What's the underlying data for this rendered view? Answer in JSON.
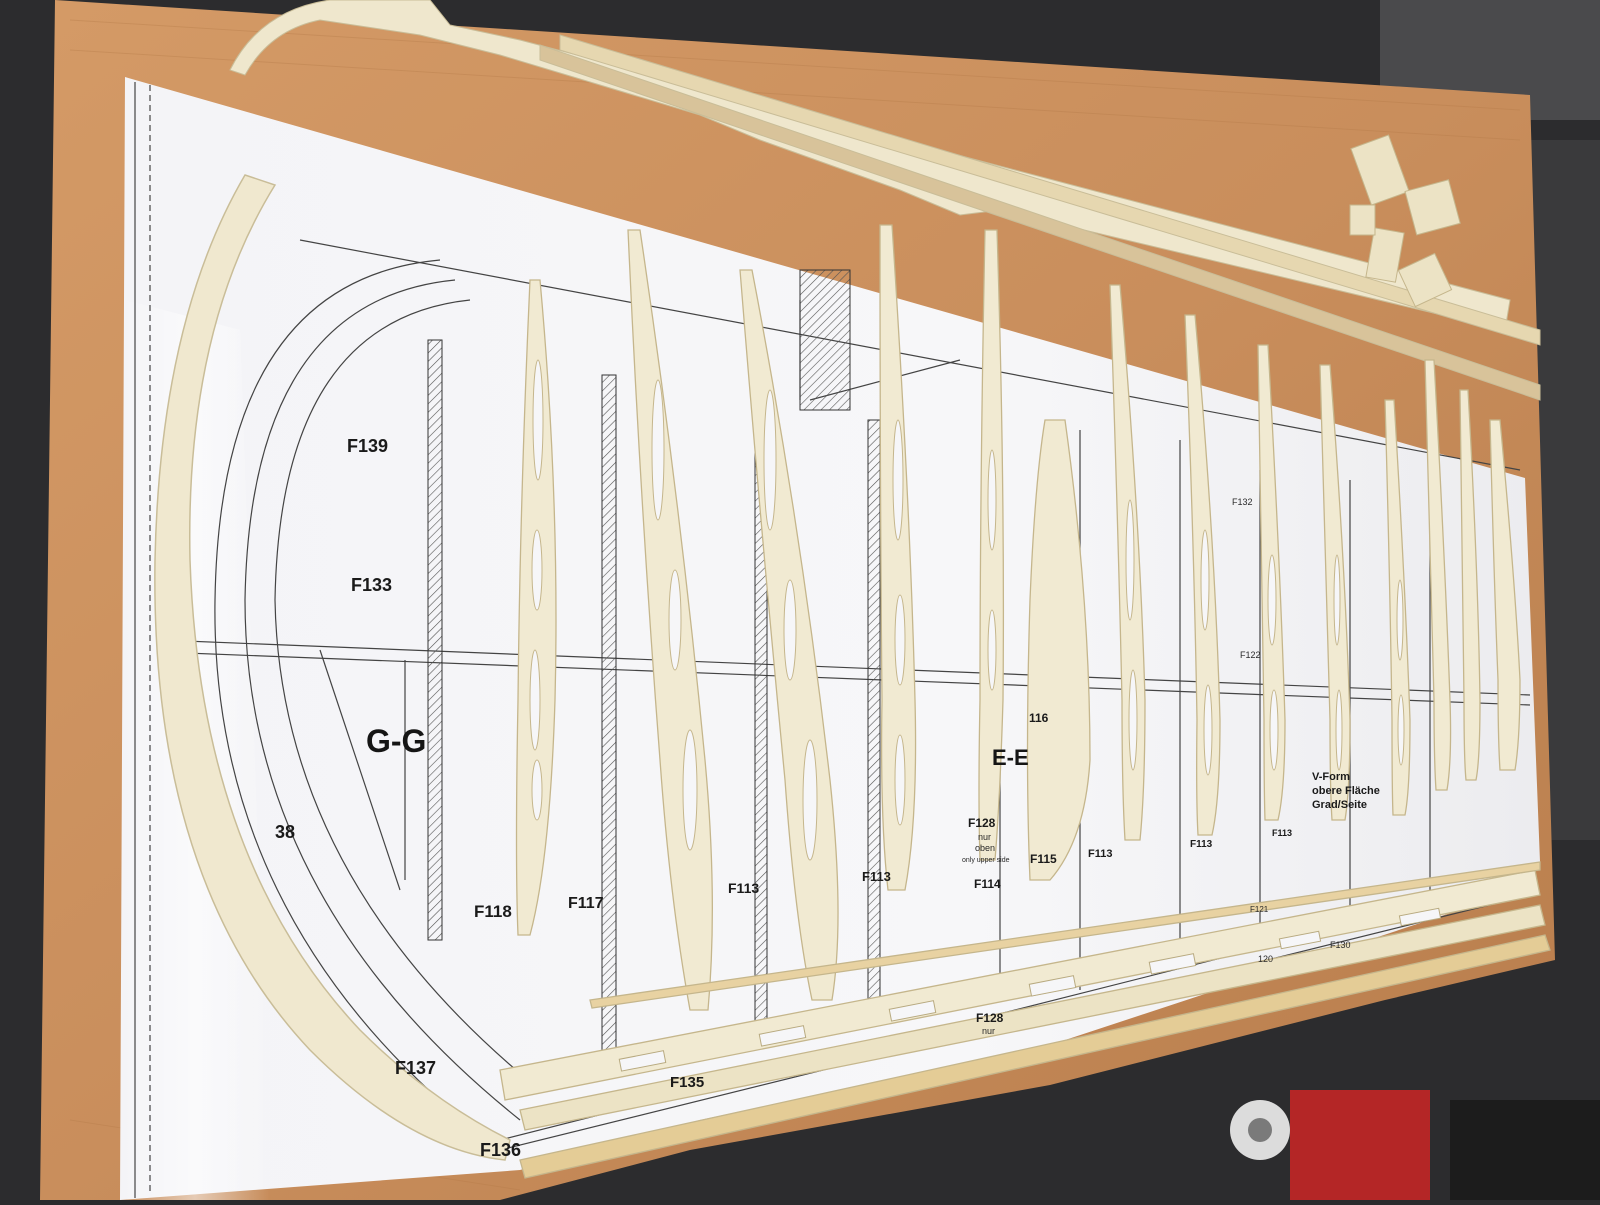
{
  "plan_labels": {
    "f139": "F139",
    "f133": "F133",
    "section_gg": "G-G",
    "f38_partial": "38",
    "f118": "F118",
    "f117": "F117",
    "f113_a": "F113",
    "f113_b": "F113",
    "f113_c": "F113",
    "f113_d": "F113",
    "f113_e": "F113",
    "f114": "F114",
    "f115": "F115",
    "f116_partial": "116",
    "section_ee": "E-E",
    "f128_a": "F128",
    "f128_nur_a": "nur",
    "f128_oben": "oben",
    "f128_upper": "only upper side",
    "f128_b": "F128",
    "f128_nur_b": "nur",
    "f137": "F137",
    "f136": "F136",
    "f135": "F135",
    "f130": "F130",
    "l120": "120",
    "f122": "F122",
    "f121": "F121",
    "f132": "F132",
    "note_line1": "V-Form",
    "note_line2": "obere Fläche",
    "note_line3": "Grad/Seite"
  },
  "colors": {
    "board": "#c98e5c",
    "plan_paper": "#f6f6f8",
    "balsa_parts": "#f1ead2",
    "background": "#2a2a2c"
  }
}
